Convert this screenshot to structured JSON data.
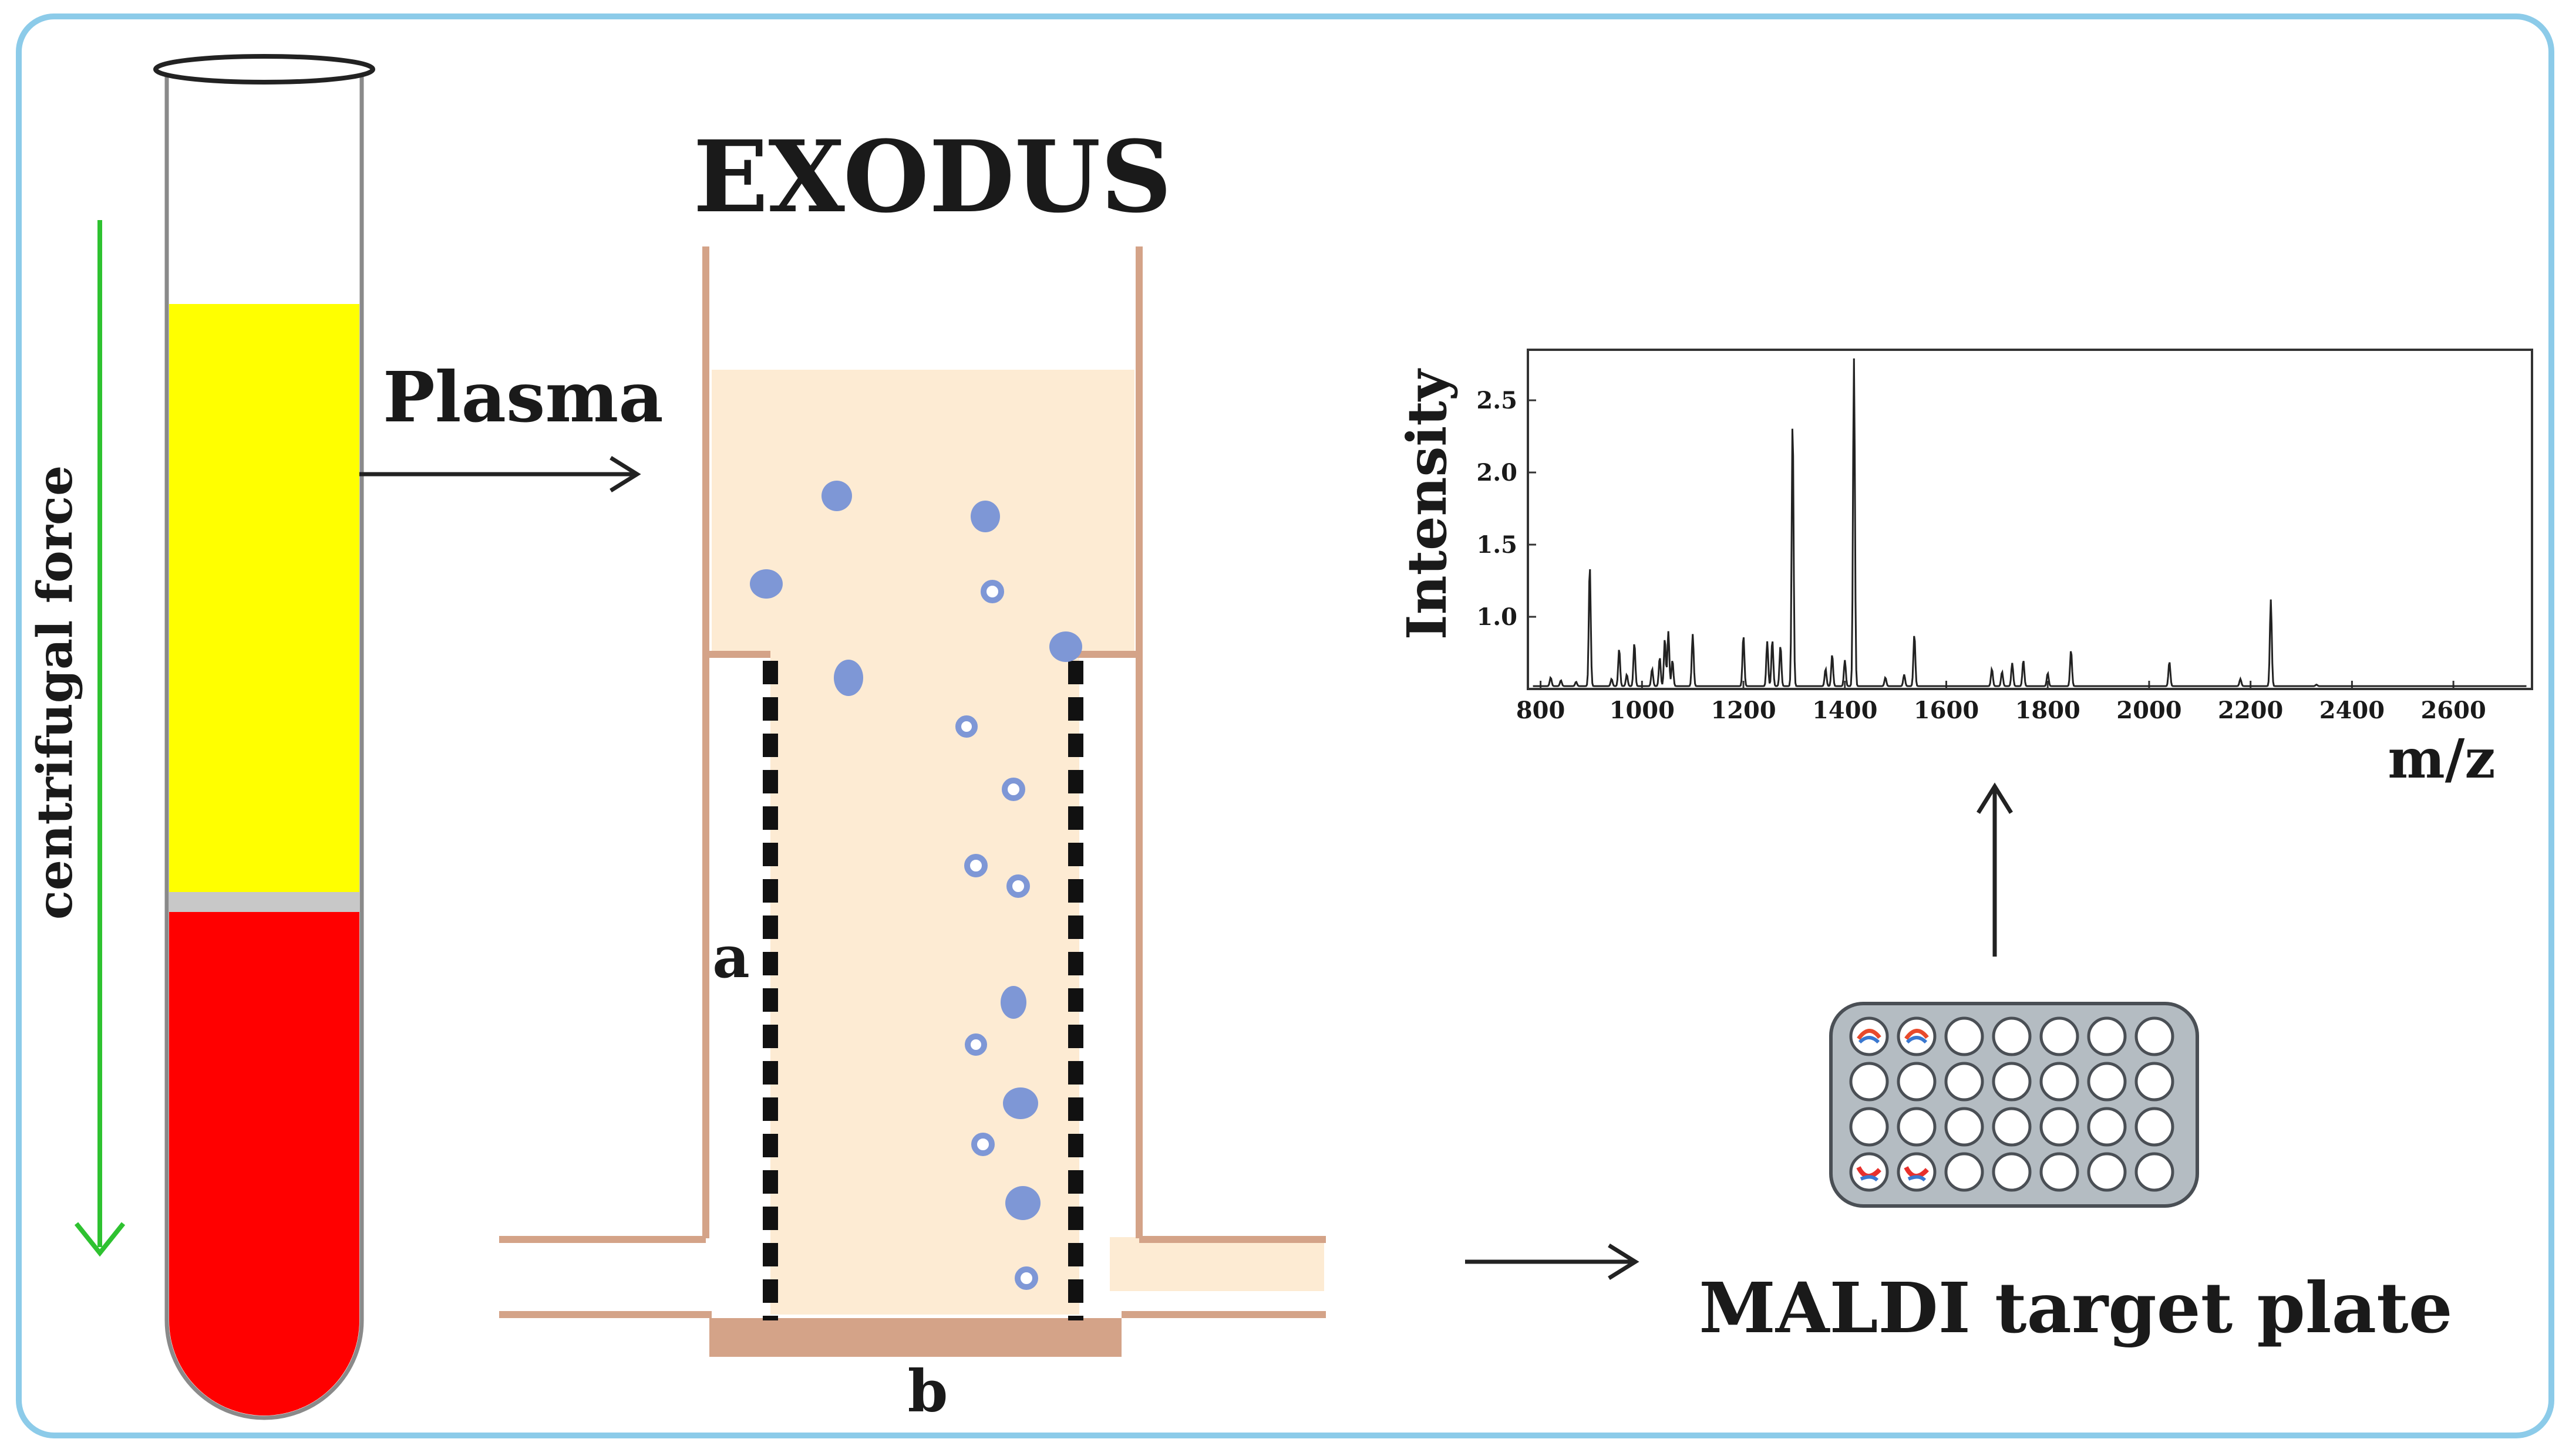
{
  "title": "EXODUS",
  "labels": {
    "plasma": "Plasma",
    "centrifugal_force": "centrifugal force",
    "label_a": "a",
    "label_b": "b",
    "maldi_target_plate": "MALDI target plate"
  },
  "colors": {
    "border": "#8ccbe9",
    "plasma_yellow": "#ffff00",
    "blood_red": "#ff0000",
    "buffy_coat": "#c8c8c8",
    "device_wall": "#d4a388",
    "device_fill": "#fdebd3",
    "vesicle": "#7e97d6",
    "force_arrow": "#2ec230",
    "plate_fill": "#b4bcc2"
  },
  "chart_data": {
    "type": "line",
    "xlabel": "m/z",
    "ylabel": "Intensity",
    "xlim": [
      775,
      2755
    ],
    "ylim": [
      0.5,
      2.85
    ],
    "x_ticks": [
      800,
      1000,
      1200,
      1400,
      1600,
      1800,
      2000,
      2200,
      2400,
      2600
    ],
    "x_tick_labels": [
      "800",
      "1000",
      "1200",
      "1400",
      "1600",
      "1800",
      "2000",
      "2200",
      "2400",
      "2600"
    ],
    "y_ticks": [
      1.0,
      1.5,
      2.0,
      2.5
    ],
    "y_tick_labels": [
      "1.0",
      "1.5",
      "2.0",
      "2.5"
    ],
    "baseline": 0.52,
    "peaks": [
      {
        "x": 820,
        "y": 0.58
      },
      {
        "x": 840,
        "y": 0.56
      },
      {
        "x": 870,
        "y": 0.55
      },
      {
        "x": 897,
        "y": 1.36
      },
      {
        "x": 940,
        "y": 0.57
      },
      {
        "x": 955,
        "y": 0.78
      },
      {
        "x": 970,
        "y": 0.6
      },
      {
        "x": 985,
        "y": 0.82
      },
      {
        "x": 1020,
        "y": 0.64
      },
      {
        "x": 1035,
        "y": 0.72
      },
      {
        "x": 1045,
        "y": 0.85
      },
      {
        "x": 1052,
        "y": 0.9
      },
      {
        "x": 1060,
        "y": 0.7
      },
      {
        "x": 1100,
        "y": 0.88
      },
      {
        "x": 1200,
        "y": 0.87
      },
      {
        "x": 1247,
        "y": 0.83
      },
      {
        "x": 1257,
        "y": 0.84
      },
      {
        "x": 1273,
        "y": 0.8
      },
      {
        "x": 1297,
        "y": 2.37
      },
      {
        "x": 1362,
        "y": 0.64
      },
      {
        "x": 1375,
        "y": 0.74
      },
      {
        "x": 1400,
        "y": 0.7
      },
      {
        "x": 1418,
        "y": 2.79
      },
      {
        "x": 1480,
        "y": 0.58
      },
      {
        "x": 1517,
        "y": 0.6
      },
      {
        "x": 1537,
        "y": 0.88
      },
      {
        "x": 1690,
        "y": 0.64
      },
      {
        "x": 1710,
        "y": 0.62
      },
      {
        "x": 1730,
        "y": 0.68
      },
      {
        "x": 1752,
        "y": 0.7
      },
      {
        "x": 1800,
        "y": 0.61
      },
      {
        "x": 1846,
        "y": 0.77
      },
      {
        "x": 2040,
        "y": 0.69
      },
      {
        "x": 2180,
        "y": 0.57
      },
      {
        "x": 2240,
        "y": 1.12
      },
      {
        "x": 2330,
        "y": 0.53
      }
    ]
  }
}
